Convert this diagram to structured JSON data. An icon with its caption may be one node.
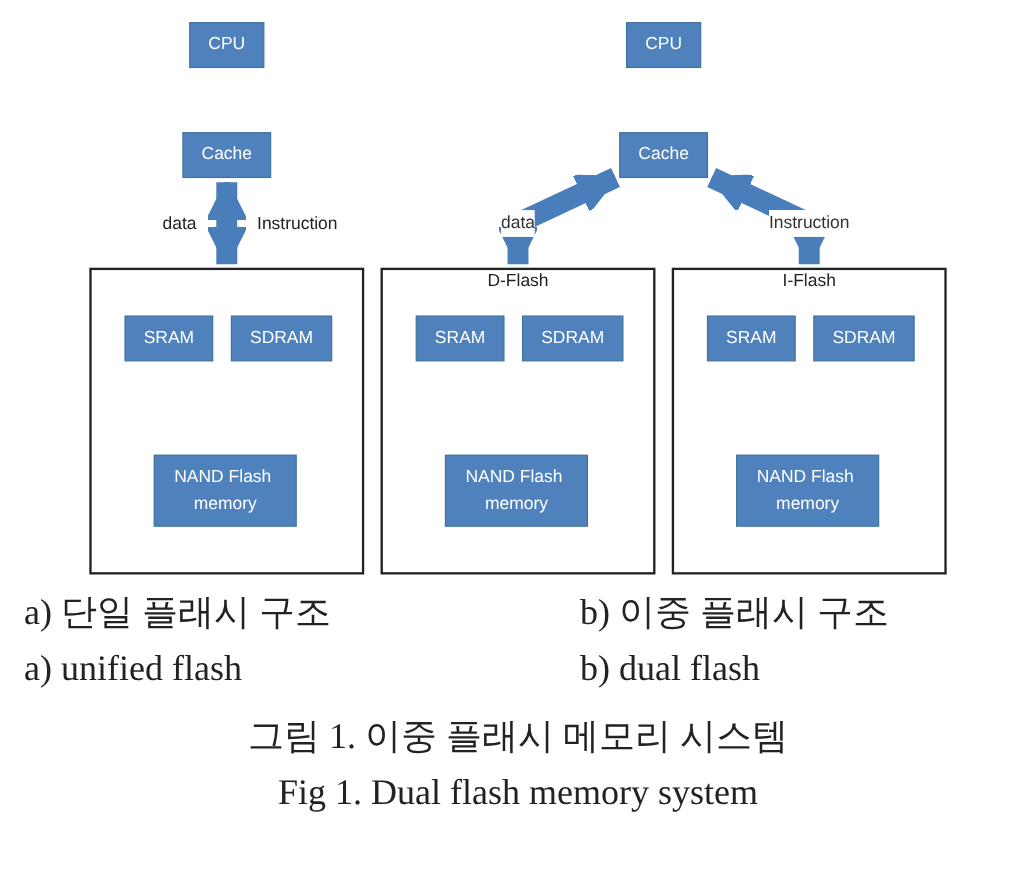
{
  "diagram": {
    "caption": "그림 1. 이중 플래시 메모리 시스템",
    "nodes": [
      {
        "text": [
          "CPU"
        ]
      },
      {
        "text": [
          "Cache"
        ]
      },
      {
        "text": [],
        "shape": "box"
      },
      {
        "text": [
          "SRAM"
        ],
        "in": 2
      },
      {
        "text": [
          "SDRAM"
        ],
        "in": 2
      },
      {
        "text": [
          "NAND Flash memory"
        ],
        "in": 2
      },
      {
        "text": [
          "CPU"
        ]
      },
      {
        "text": [
          "Cache"
        ]
      },
      {
        "text": [
          "D-Flash"
        ]
      },
      {
        "text": [
          "SRAM"
        ],
        "in": 8
      },
      {
        "text": [
          "SDRAM"
        ],
        "in": 8
      },
      {
        "text": [
          "NAND Flash memory"
        ],
        "in": 8
      },
      {
        "text": [
          "I-Flash"
        ]
      },
      {
        "text": [
          "SRAM"
        ],
        "in": 12
      },
      {
        "text": [
          "SDRAM"
        ],
        "in": 12
      },
      {
        "text": [
          "NAND Flash memory"
        ],
        "in": 12
      }
    ],
    "edges": [
      {
        "from": 1,
        "to": 2,
        "arrow": "both"
      },
      {
        "from": 7,
        "to": 8,
        "arrow": "both",
        "label": "data"
      },
      {
        "from": 7,
        "to": 12,
        "arrow": "both",
        "label": "Instruction"
      }
    ],
    "labels": [
      "data",
      "Instruction",
      "a) 단일 플래시 구조",
      "b) 이중 플래시 구조",
      "a) unified flash",
      "b) dual flash",
      "Fig 1. Dual flash memory system"
    ]
  }
}
